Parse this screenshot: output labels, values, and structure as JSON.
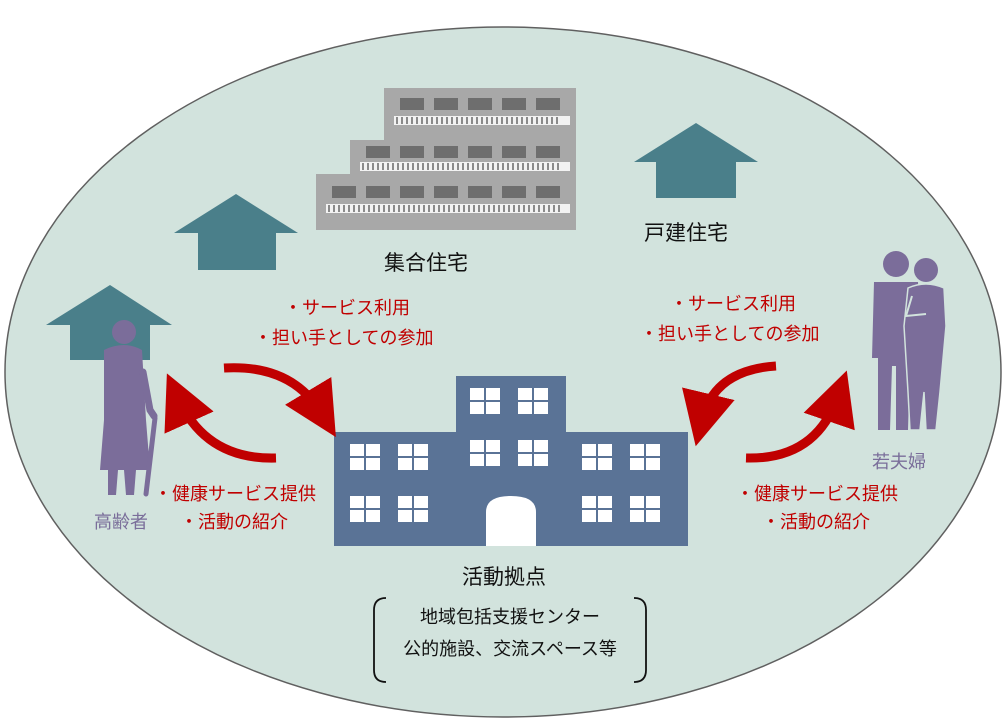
{
  "labels": {
    "apartment": "集合住宅",
    "detached_house": "戸建住宅",
    "activity_base": "活動拠点",
    "elderly": "高齢者",
    "young_couple": "若夫婦"
  },
  "left_flow": {
    "top_lines": [
      "・サービス利用",
      "・担い手としての参加"
    ],
    "bottom_lines": [
      "・健康サービス提供",
      "・活動の紹介"
    ]
  },
  "right_flow": {
    "top_lines": [
      "・サービス利用",
      "・担い手としての参加"
    ],
    "bottom_lines": [
      "・健康サービス提供",
      "・活動の紹介"
    ]
  },
  "base_examples": [
    "地域包括支援センター",
    "公的施設、交流スペース等"
  ],
  "colors": {
    "ellipse_fill": "#d2e3dd",
    "house": "#4a7f8a",
    "apartment_body": "#a8a8a8",
    "building": "#5a7396",
    "person": "#7b6d9a",
    "arrow": "#c00000"
  }
}
